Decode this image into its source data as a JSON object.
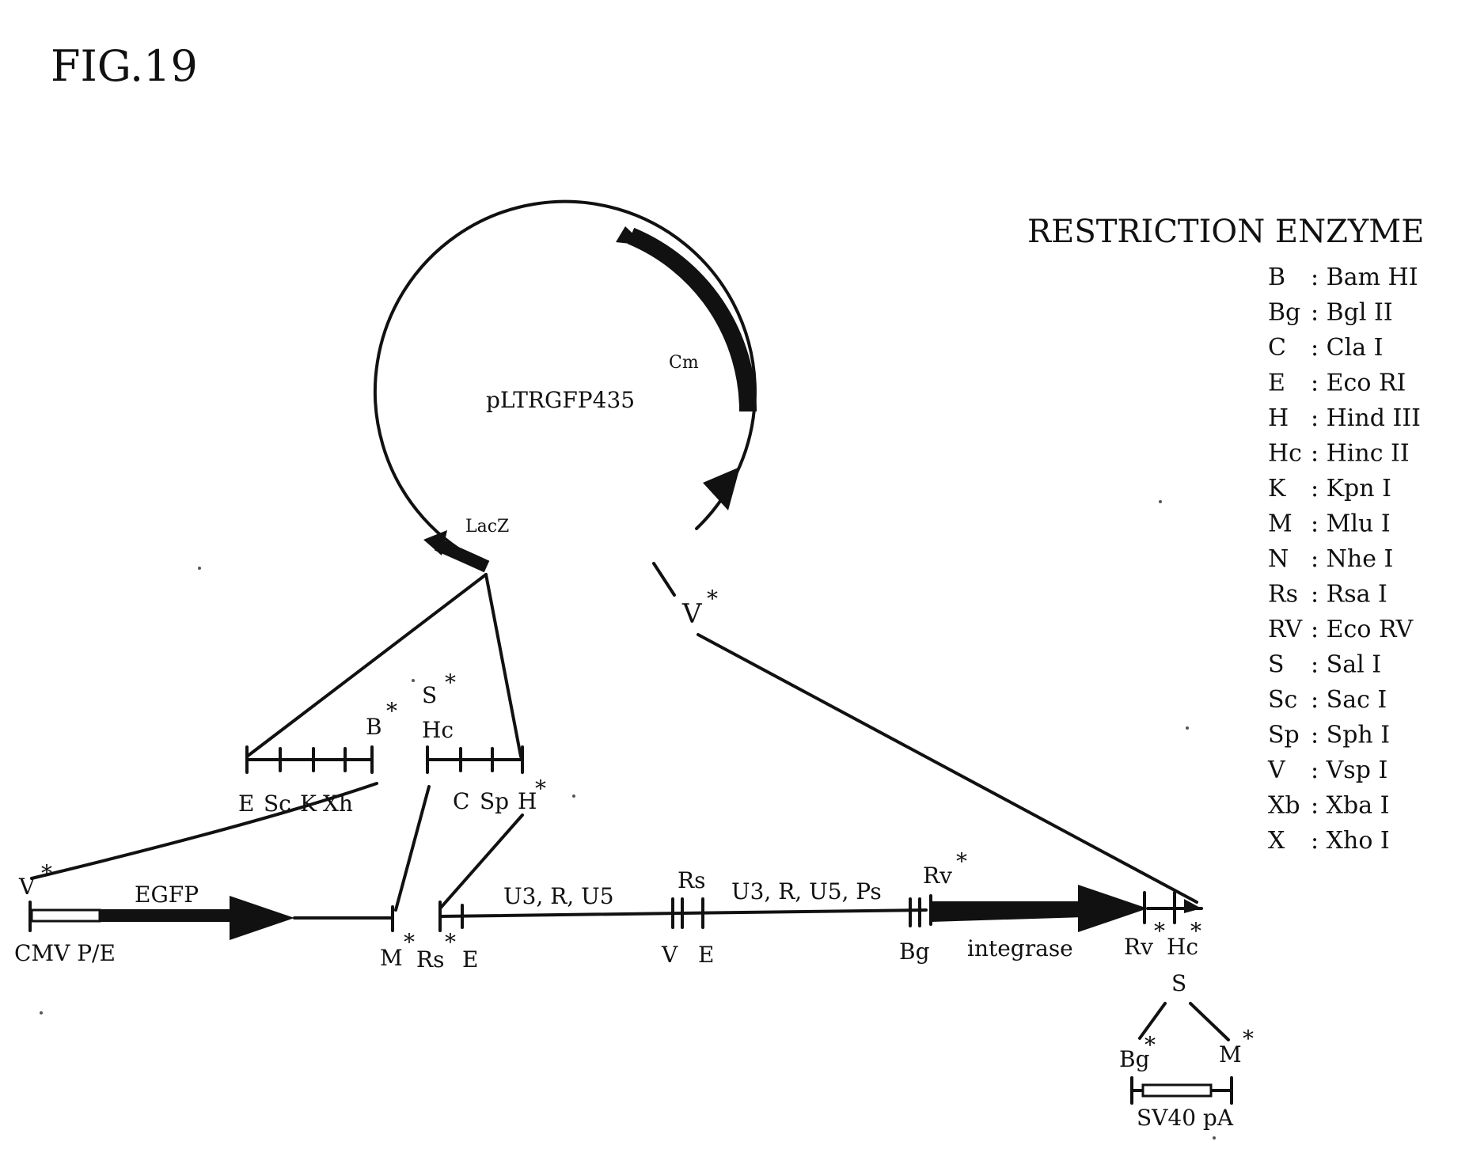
{
  "figure": {
    "label": "FIG.19"
  },
  "plasmid": {
    "name": "pLTRGFP435",
    "cm_label": "Cm",
    "lacz_label": "LacZ",
    "site_v": "V"
  },
  "fragment_left": {
    "sites": [
      "E",
      "Sc",
      "K",
      "Xh"
    ],
    "end_label": "B"
  },
  "fragment_mid": {
    "top_labels": [
      "S",
      "Hc"
    ],
    "bottom_labels": [
      "C",
      "Sp",
      "H"
    ]
  },
  "construct": {
    "v_label": "V",
    "egfp_label": "EGFP",
    "cmv_label": "CMV P/E",
    "m_label": "M",
    "rs_label": "Rs",
    "e_label": "E",
    "ltr1_label": "U3, R, U5",
    "rs_top_label": "Rs",
    "v2_label": "V",
    "e2_label": "E",
    "ltr2_label": "U3, R, U5, Ps",
    "bg_label": "Bg",
    "rv_top_label": "Rv",
    "integrase_label": "integrase",
    "rv_bottom_label": "Rv",
    "hc_label": "Hc"
  },
  "polya": {
    "s_label": "S",
    "bg_label": "Bg",
    "m_label": "M",
    "name": "SV40 pA"
  },
  "asterisk": "*",
  "legend": {
    "title": "RESTRICTION ENZYME",
    "items": [
      {
        "abbr": "B",
        "name": ": Bam HI"
      },
      {
        "abbr": "Bg",
        "name": ": Bgl II"
      },
      {
        "abbr": "C",
        "name": ": Cla I"
      },
      {
        "abbr": "E",
        "name": ": Eco RI"
      },
      {
        "abbr": "H",
        "name": ": Hind III"
      },
      {
        "abbr": "Hc",
        "name": ": Hinc II"
      },
      {
        "abbr": "K",
        "name": ": Kpn I"
      },
      {
        "abbr": "M",
        "name": ": Mlu I"
      },
      {
        "abbr": "N",
        "name": ": Nhe I"
      },
      {
        "abbr": "Rs",
        "name": ": Rsa I"
      },
      {
        "abbr": "RV",
        "name": ": Eco RV"
      },
      {
        "abbr": "S",
        "name": ": Sal I"
      },
      {
        "abbr": "Sc",
        "name": ": Sac I"
      },
      {
        "abbr": "Sp",
        "name": ": Sph I"
      },
      {
        "abbr": "V",
        "name": ": Vsp I"
      },
      {
        "abbr": "Xb",
        "name": ": Xba I"
      },
      {
        "abbr": "X",
        "name": ": Xho I"
      }
    ]
  }
}
